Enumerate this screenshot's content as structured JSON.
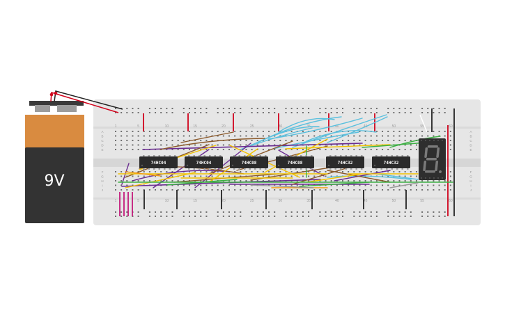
{
  "battery": {
    "label": "9V"
  },
  "breadboard": {
    "column_numbers": [
      "1",
      "5",
      "10",
      "15",
      "20",
      "25",
      "30",
      "35",
      "40",
      "45",
      "50",
      "55",
      "60"
    ],
    "top_row_letters": [
      "A",
      "B",
      "C",
      "D",
      "E"
    ],
    "bottom_row_letters": [
      "F",
      "G",
      "H",
      "I",
      "J"
    ]
  },
  "chips": [
    {
      "label": "74HC04"
    },
    {
      "label": "74HC04"
    },
    {
      "label": "74HC08"
    },
    {
      "label": "74HC08"
    },
    {
      "label": "74HC32"
    },
    {
      "label": "74HC32"
    }
  ],
  "display": {
    "digit": "8."
  },
  "colors": {
    "board": "#e6e6e6",
    "battery_top": "#d98b40",
    "battery_body": "#333333",
    "chip": "#2b2b2b",
    "rail_red": "#d0021b",
    "rail_black": "#222222",
    "wire_purple": "#6a2c91",
    "wire_brown": "#8b5a2b",
    "wire_yellow": "#f2c200",
    "wire_cyan": "#5bc0de",
    "wire_green": "#3cb043",
    "wire_magenta": "#c2187a",
    "wire_orange": "#f39c12",
    "wire_gray": "#999999"
  }
}
